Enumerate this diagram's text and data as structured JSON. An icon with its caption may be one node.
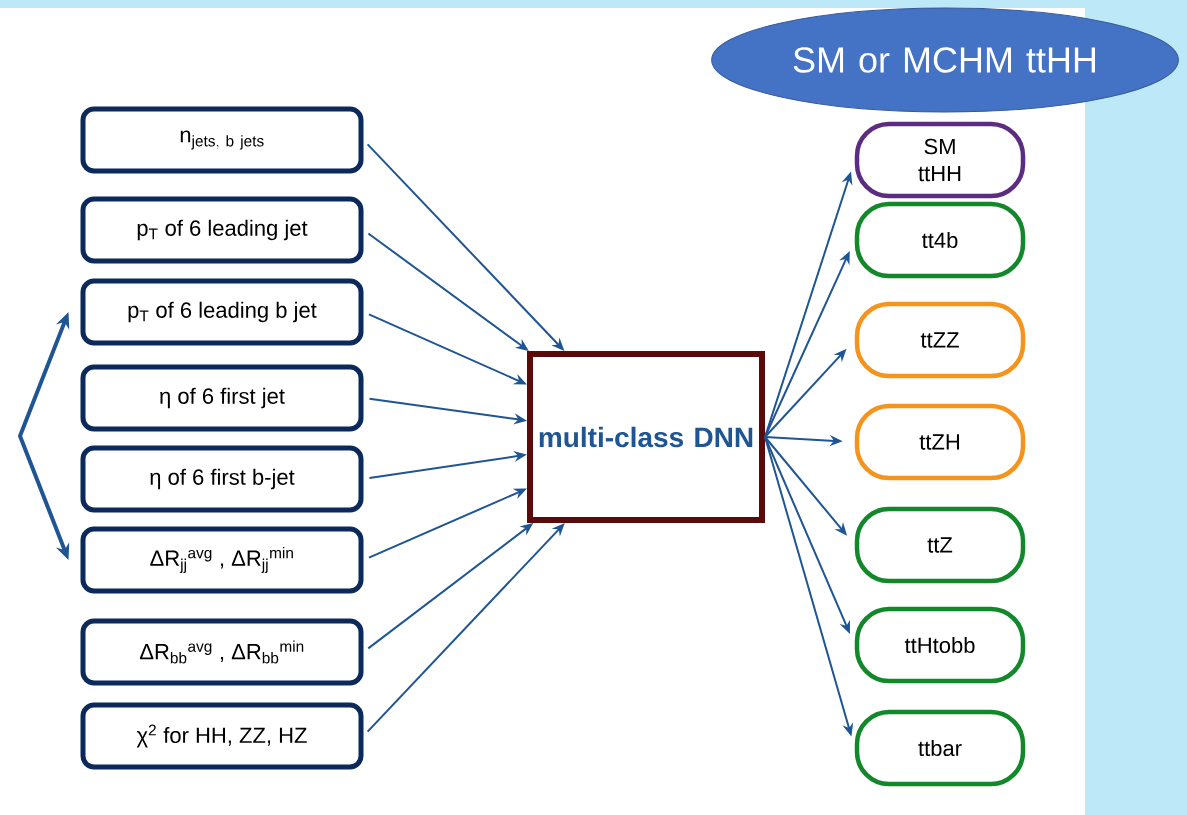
{
  "diagram": {
    "nodes": [
      {
        "text": [
          "\\mathrm{n}_{\\mathrm{jets,\\ b\\ jets}}"
        ]
      },
      {
        "text": [
          "p$_{T}$ of 6 leading jet"
        ]
      },
      {
        "text": [
          "p$_{T}$ of 6 leading b jet"
        ]
      },
      {
        "text": [
          "η of 6 first jet"
        ]
      },
      {
        "text": [
          "η of 6 first b-jet"
        ]
      },
      {
        "text": [
          "ΔR$_{jj}$$^{avg}$ , ΔR$_{jj}$$^{min}$"
        ]
      },
      {
        "text": [
          "ΔR$_{bb}$$^{avg}$ , ΔR$_{bb}$$^{min}$"
        ]
      },
      {
        "text": [
          "χ$^{2}$ for HH, ZZ, HZ"
        ]
      },
      {
        "text": [
          "multi-class DNN"
        ]
      },
      {
        "text": [
          "SM or MCHM ttHH"
        ]
      },
      {
        "text": [
          "SM ttHH"
        ]
      },
      {
        "text": [
          "tt4b"
        ]
      },
      {
        "text": [
          "ttZZ"
        ]
      },
      {
        "text": [
          "ttZH"
        ]
      },
      {
        "text": [
          "ttZ"
        ]
      },
      {
        "text": [
          "ttHtobb"
        ]
      },
      {
        "text": [
          "ttbar"
        ]
      }
    ],
    "edges": [
      {
        "from": 0,
        "to": 8,
        "arrow": "to"
      },
      {
        "from": 1,
        "to": 8,
        "arrow": "to"
      },
      {
        "from": 2,
        "to": 8,
        "arrow": "to"
      },
      {
        "from": 3,
        "to": 8,
        "arrow": "to"
      },
      {
        "from": 4,
        "to": 8,
        "arrow": "to"
      },
      {
        "from": 5,
        "to": 8,
        "arrow": "to"
      },
      {
        "from": 6,
        "to": 8,
        "arrow": "to"
      },
      {
        "from": 7,
        "to": 8,
        "arrow": "to"
      },
      {
        "from": 8,
        "to": 10,
        "arrow": "to"
      },
      {
        "from": 8,
        "to": 11,
        "arrow": "to"
      },
      {
        "from": 8,
        "to": 12,
        "arrow": "to"
      },
      {
        "from": 8,
        "to": 13,
        "arrow": "to"
      },
      {
        "from": 8,
        "to": 14,
        "arrow": "to"
      },
      {
        "from": 8,
        "to": 15,
        "arrow": "to"
      },
      {
        "from": 8,
        "to": 16,
        "arrow": "to"
      },
      {
        "from": 2,
        "to": 5,
        "arrow": "both",
        "style": "thick"
      }
    ]
  }
}
